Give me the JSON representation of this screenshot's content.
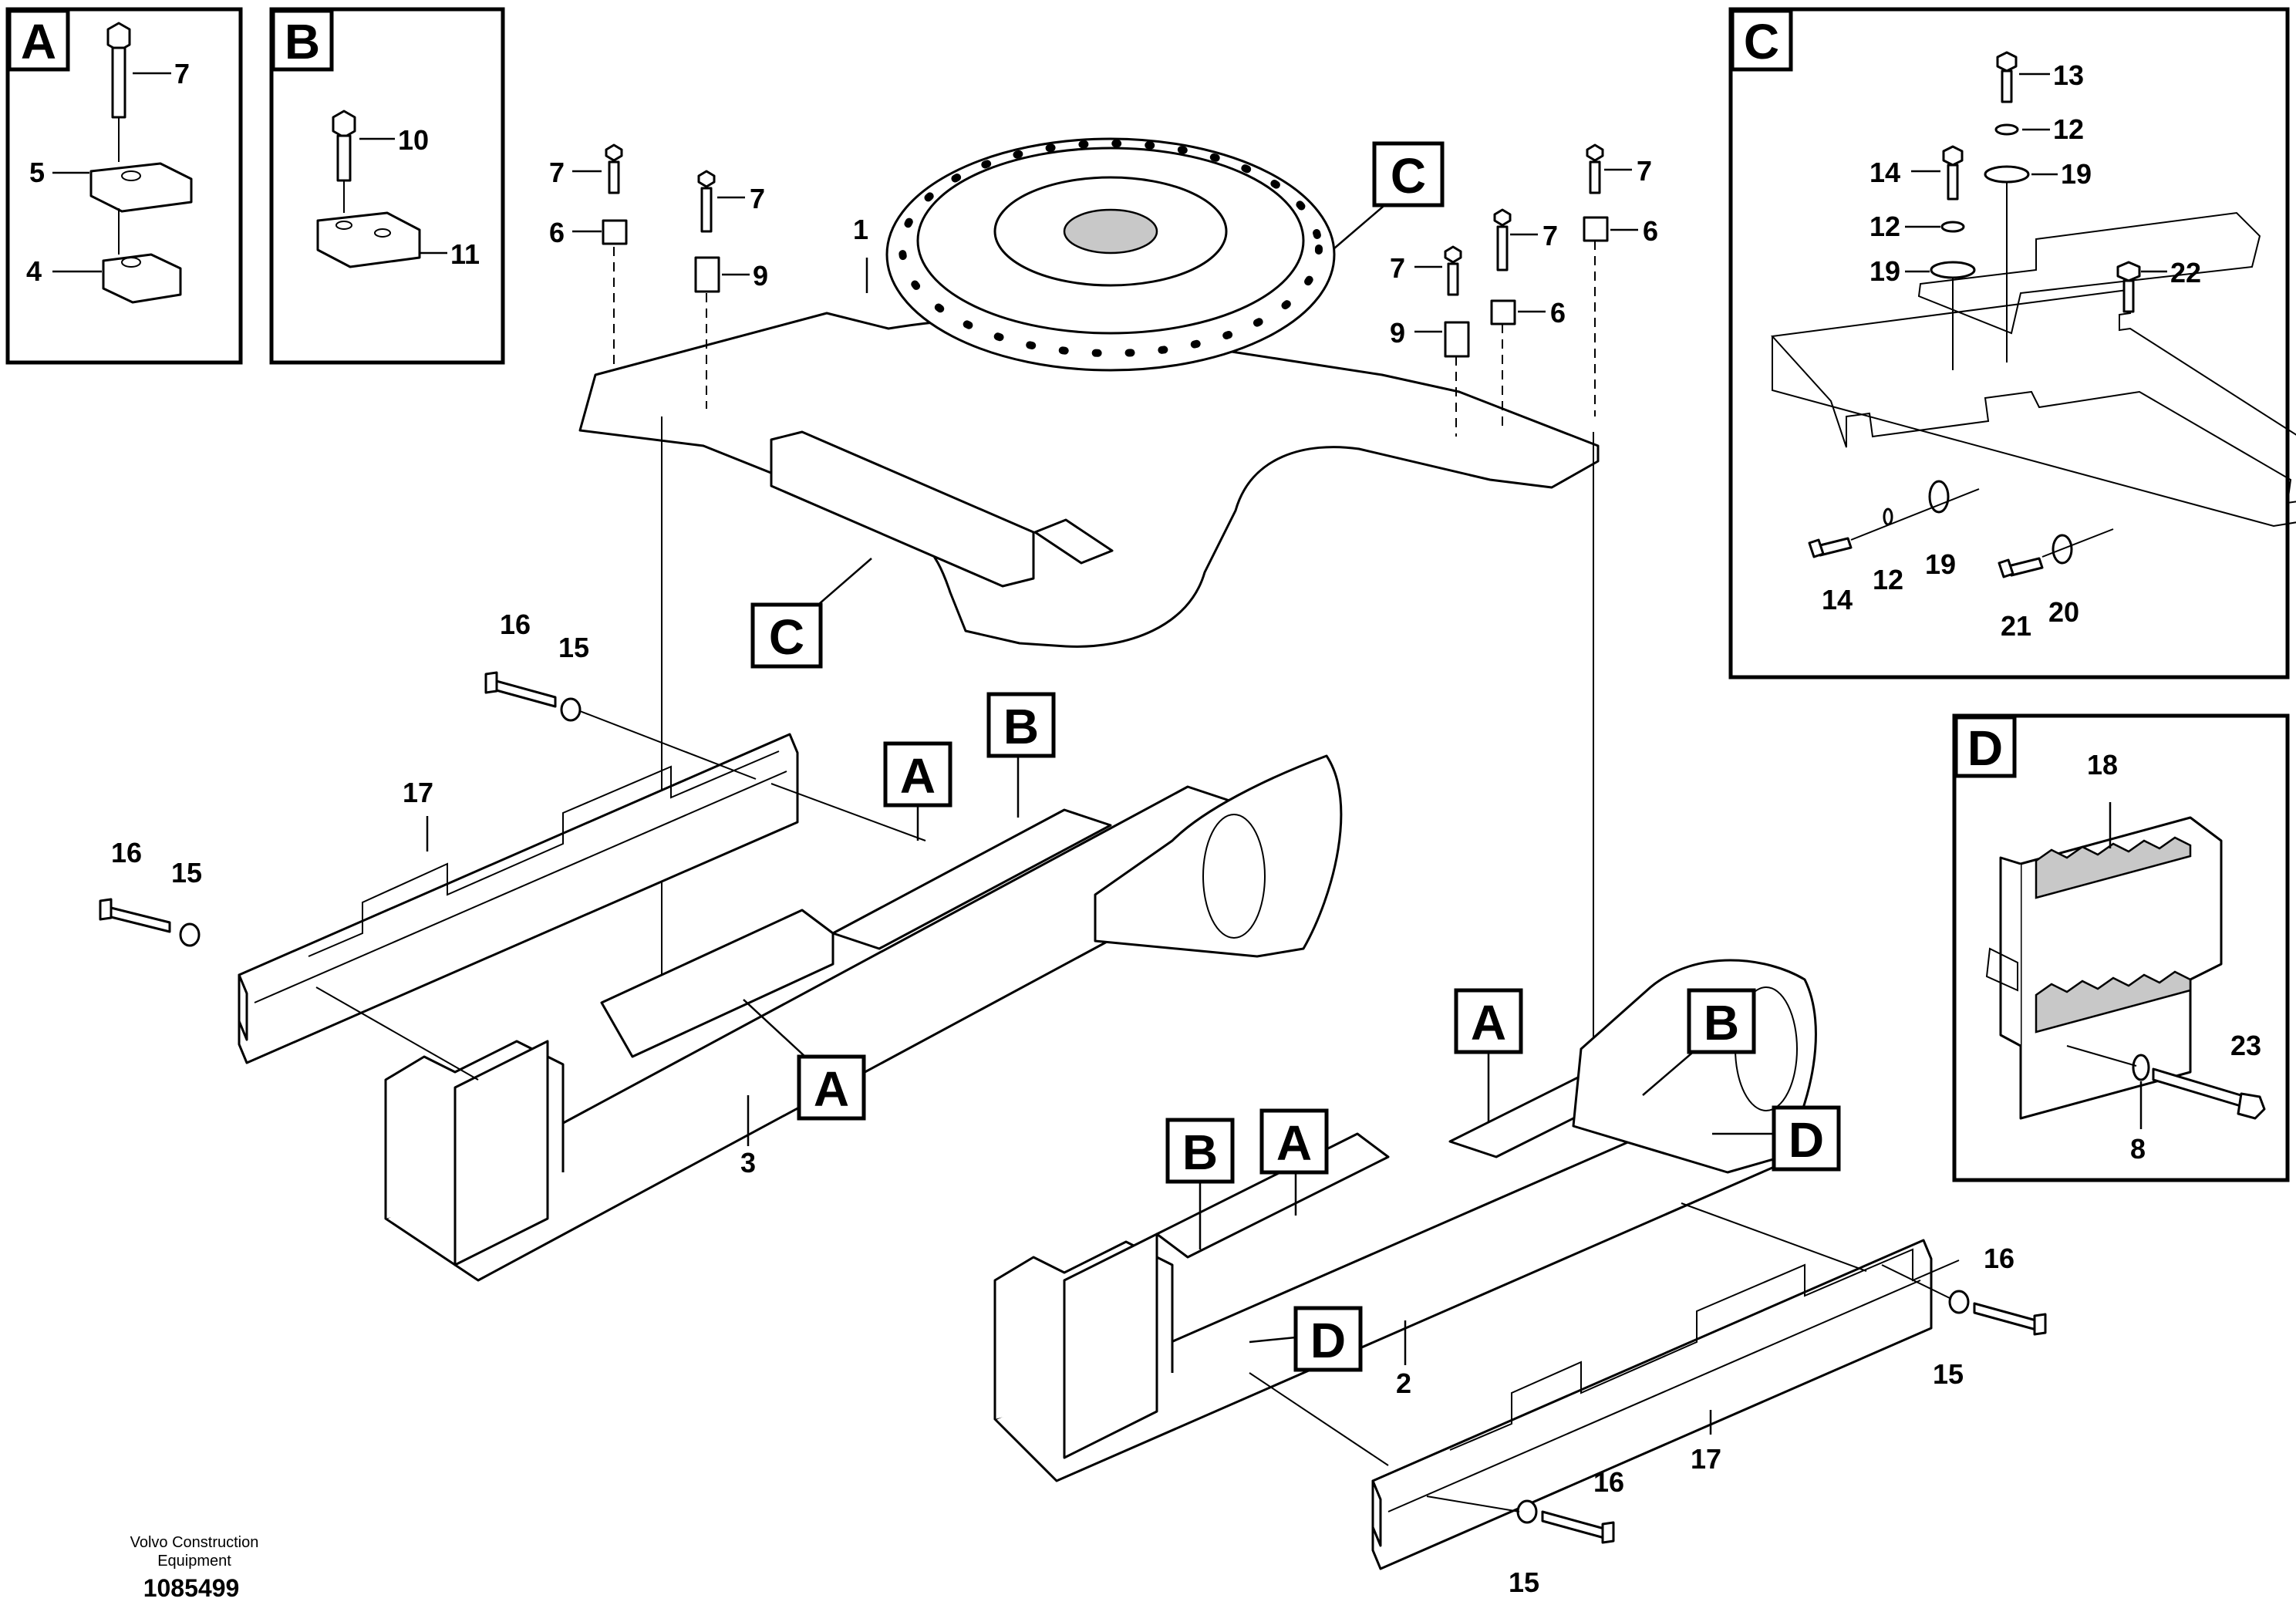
{
  "diagram": {
    "brand_line1": "Volvo Construction",
    "brand_line2": "Equipment",
    "doc_number": "1085499",
    "detail_boxes": [
      "A",
      "B",
      "C",
      "D"
    ],
    "callouts": {
      "A": "A",
      "B": "B",
      "C": "C",
      "D": "D"
    },
    "part_numbers": {
      "p1": "1",
      "p2": "2",
      "p3": "3",
      "p4": "4",
      "p5": "5",
      "p6": "6",
      "p7": "7",
      "p8": "8",
      "p9": "9",
      "p10": "10",
      "p11": "11",
      "p12": "12",
      "p13": "13",
      "p14": "14",
      "p15": "15",
      "p16": "16",
      "p17": "17",
      "p18": "18",
      "p19": "19",
      "p20": "20",
      "p21": "21",
      "p22": "22",
      "p23": "23"
    }
  }
}
